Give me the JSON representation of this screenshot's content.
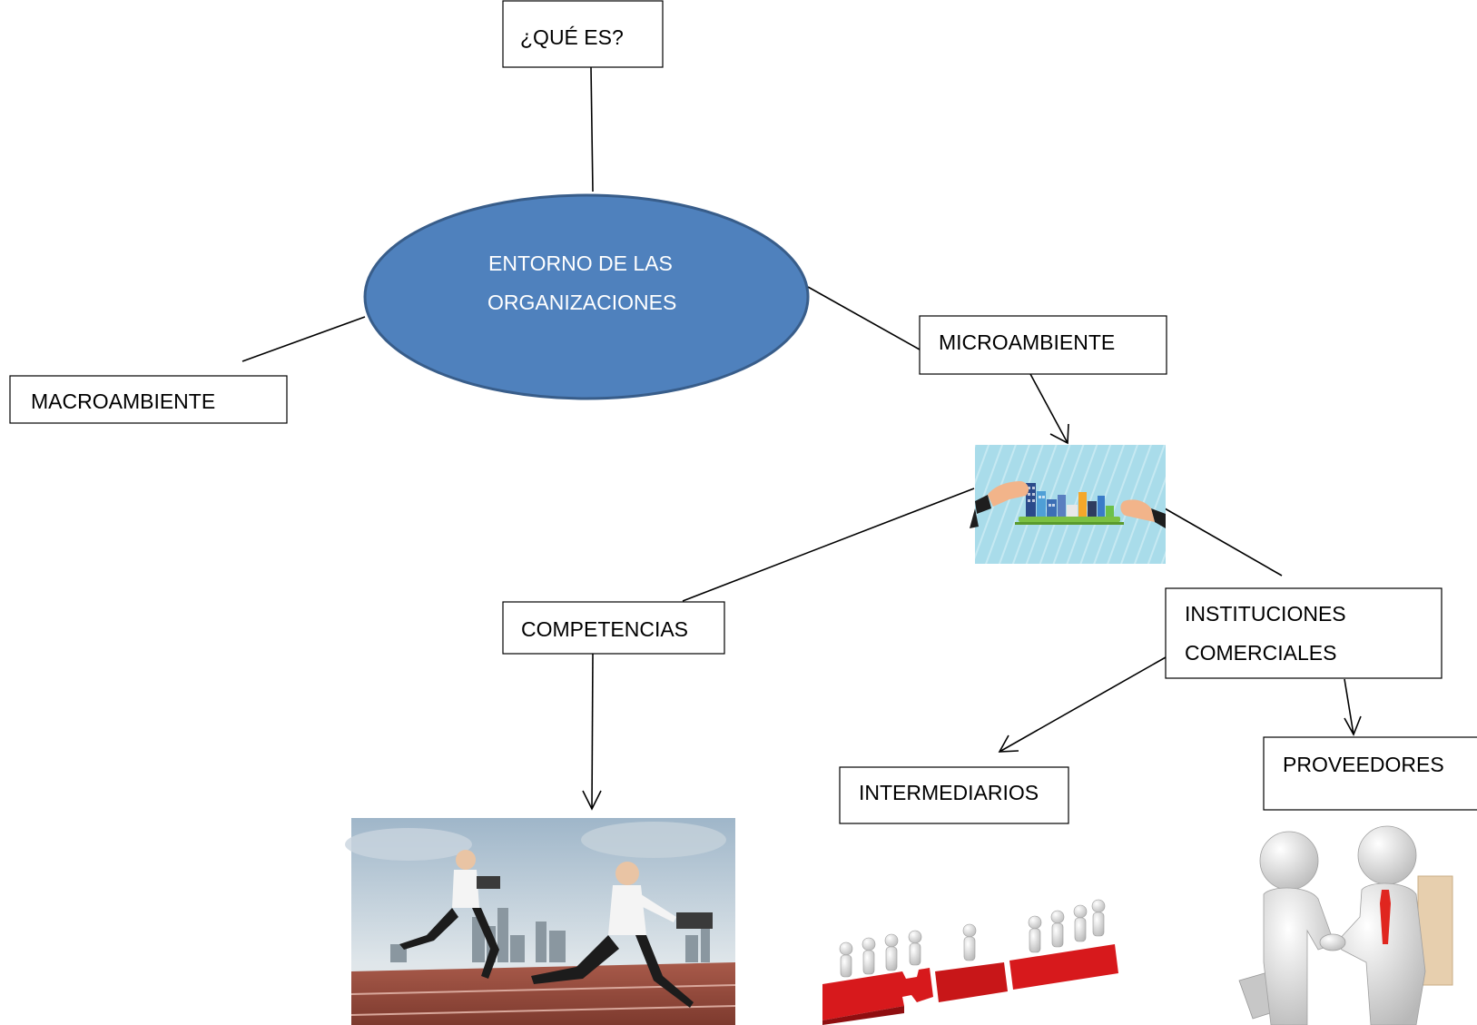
{
  "diagram": {
    "center": {
      "line1": "ENTORNO DE LAS",
      "line2": "ORGANIZACIONES",
      "fill": "#4f81bd",
      "stroke": "#385d8a"
    },
    "nodes": {
      "que_es": "¿QUÉ ES?",
      "macroambiente": "MACROAMBIENTE",
      "microambiente": "MICROAMBIENTE",
      "competencias": "COMPETENCIAS",
      "instituciones_line1": "INSTITUCIONES",
      "instituciones_line2": "COMERCIALES",
      "intermediarios": "INTERMEDIARIOS",
      "proveedores": "PROVEEDORES"
    },
    "images": {
      "microambiente": "hands-holding-city-illustration",
      "competencias": "businessmen-racing-with-laptops-photo",
      "intermediarios": "figures-on-red-puzzle-pieces-illustration",
      "proveedores": "figures-shaking-hands-illustration"
    }
  }
}
